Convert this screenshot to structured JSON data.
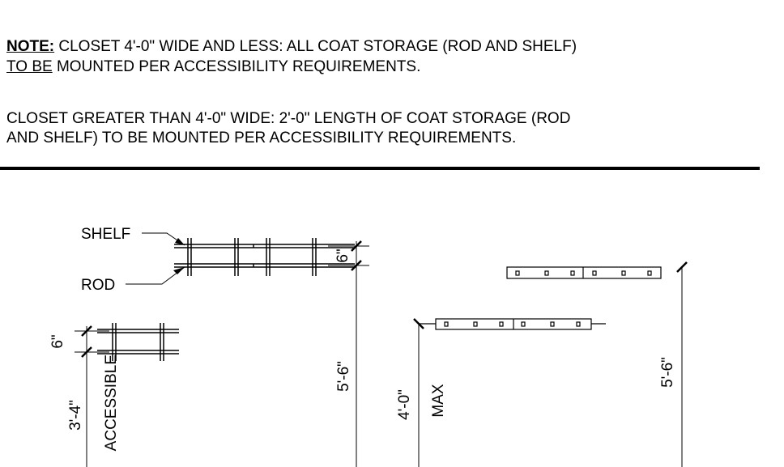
{
  "notes": {
    "note_label": "NOTE:",
    "note1_line1_rest": " CLOSET 4'-0\" WIDE AND LESS: ALL COAT STORAGE (ROD AND SHELF)",
    "note1_line2_underlined": "TO BE",
    "note1_line2_rest": " MOUNTED PER ACCESSIBILITY REQUIREMENTS.",
    "note2_line1": "CLOSET GREATER THAN 4'-0\" WIDE:  2'-0\" LENGTH OF COAT STORAGE (ROD",
    "note2_line2": "AND SHELF) TO BE MOUNTED PER ACCESSIBILITY REQUIREMENTS."
  },
  "drawing": {
    "shelf_label": "SHELF",
    "rod_label": "ROD",
    "dim_6in_a": "6\"",
    "dim_6in_b": "6\"",
    "dim_3_4": "3'-4\"",
    "accessible_label": "ACCESSIBLE",
    "dim_5_6_a": "5'-6\"",
    "dim_4_0": "4'-0\"",
    "max_label": "MAX",
    "dim_5_6_b": "5'-6\""
  }
}
